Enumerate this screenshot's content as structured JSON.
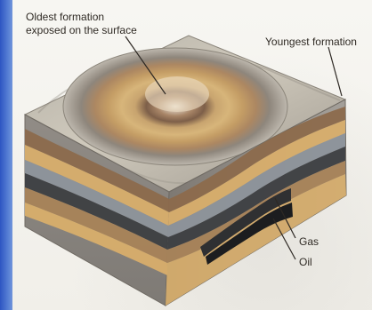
{
  "labels": {
    "oldest_line1": "Oldest formation",
    "oldest_line2": "exposed on the surface",
    "youngest": "Youngest formation",
    "gas": "Gas",
    "oil": "Oil"
  },
  "colors": {
    "background": "#f5f3ee",
    "brown_layer": "#8c6a4c",
    "tan_layer": "#d8ae6b",
    "gray_layer": "#8d949b",
    "dark_layer": "#3d3f42"
  }
}
